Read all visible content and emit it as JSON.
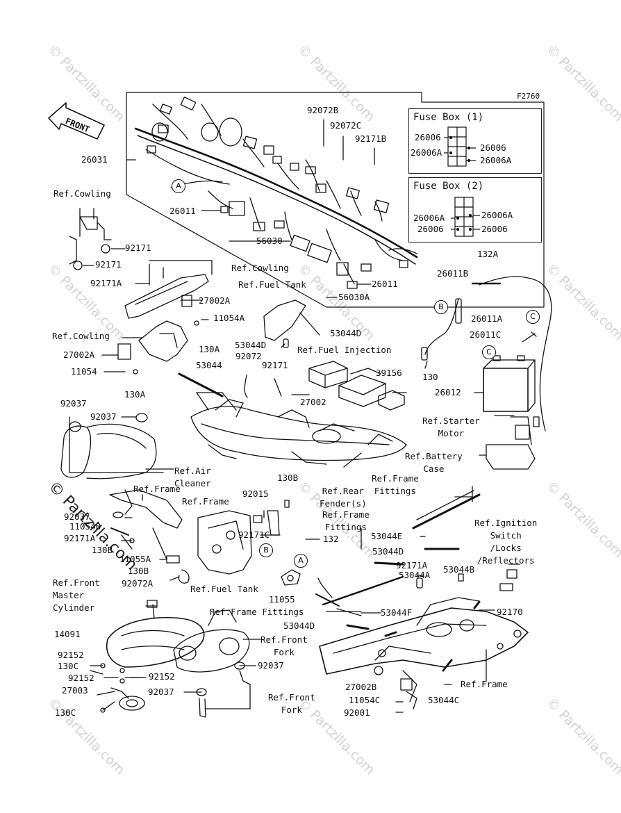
{
  "figure_code": "F2760",
  "front_label": "FRONT",
  "watermark": "© Partzilla.com",
  "fuse_box_1": {
    "title": "Fuse Box (1)",
    "items": [
      "26006",
      "26006A",
      "26006",
      "26006A"
    ]
  },
  "fuse_box_2": {
    "title": "Fuse Box (2)",
    "items": [
      "26006A",
      "26006A",
      "26006",
      "26006"
    ]
  },
  "callouts": {
    "A": "A",
    "B": "B",
    "C": "C"
  },
  "labels": {
    "p26031": "26031",
    "p92072B": "92072B",
    "p92072C": "92072C",
    "p92171B": "92171B",
    "p26011_top": "26011",
    "p56030": "56030",
    "p26011_right": "26011",
    "p56030A": "56030A",
    "ref_cowling_1": "Ref.Cowling",
    "p92171_a": "92171",
    "p92171_b": "92171",
    "p92171A_top": "92171A",
    "ref_cowling_2": "Ref.Cowling",
    "ref_fuel_tank_1": "Ref.Fuel Tank",
    "p27002A_top": "27002A",
    "p11054A": "11054A",
    "p53044D_a": "53044D",
    "p53044D_b": "53044D",
    "ref_cowling_3": "Ref.Cowling",
    "p130A_a": "130A",
    "p27002A_left": "27002A",
    "p11054": "11054",
    "p130A_b": "130A",
    "p53044": "53044",
    "p92072": "92072",
    "p92171_c": "92171",
    "ref_fuel_injection": "Ref.Fuel Injection",
    "p39156": "39156",
    "p27002": "27002",
    "p132A": "132A",
    "p26011B": "26011B",
    "p26011A": "26011A",
    "p26011C": "26011C",
    "p130": "130",
    "p26012": "26012",
    "ref_starter_motor": "Ref.Starter\nMotor",
    "ref_battery_case": "Ref.Battery\nCase",
    "p92037_a": "92037",
    "p92037_b": "92037",
    "ref_air_cleaner": "Ref.Air\nCleaner",
    "p130B_top": "130B",
    "ref_frame_1": "Ref.Frame",
    "ref_frame_2": "Ref.Frame",
    "p92015": "92015",
    "ref_rear_fender": "Ref.Rear\nFender(s)",
    "ref_frame_fittings_1": "Ref.Frame\nFittings",
    "ref_frame_fittings_2": "Ref.Frame\nFittings",
    "p92037_c": "92037",
    "p11054B": "11054B",
    "p92171A_left": "92171A",
    "p130B_left": "130B",
    "p92171C": "92171C",
    "p132": "132",
    "ref_ignition": "Ref.Ignition\nSwitch\n/Locks\n/Reflectors",
    "p53044E": "53044E",
    "p53044D_c": "53044D",
    "p11055A": "11055A",
    "p130B_b": "130B",
    "p92072A": "92072A",
    "p92171A_mid": "92171A",
    "p53044A": "53044A",
    "p53044B": "53044B",
    "ref_front_master": "Ref.Front\nMaster\nCylinder",
    "ref_fuel_tank_2": "Ref.Fuel Tank",
    "p11055": "11055",
    "p92170": "92170",
    "ref_frame_fittings_3": "Ref.Frame Fittings",
    "p53044F": "53044F",
    "p14091": "14091",
    "p53044D_d": "53044D",
    "ref_front_fork_1": "Ref.Front\nFork",
    "p92152_a": "92152",
    "p130C_a": "130C",
    "p92152_b": "92152",
    "p92152_c": "92152",
    "p92037_d": "92037",
    "p27003": "27003",
    "p92037_e": "92037",
    "ref_front_fork_2": "Ref.Front\nFork",
    "p27002B": "27002B",
    "p11054C": "11054C",
    "p53044C": "53044C",
    "ref_frame_3": "Ref.Frame",
    "p92001": "92001",
    "p130C_b": "130C"
  }
}
